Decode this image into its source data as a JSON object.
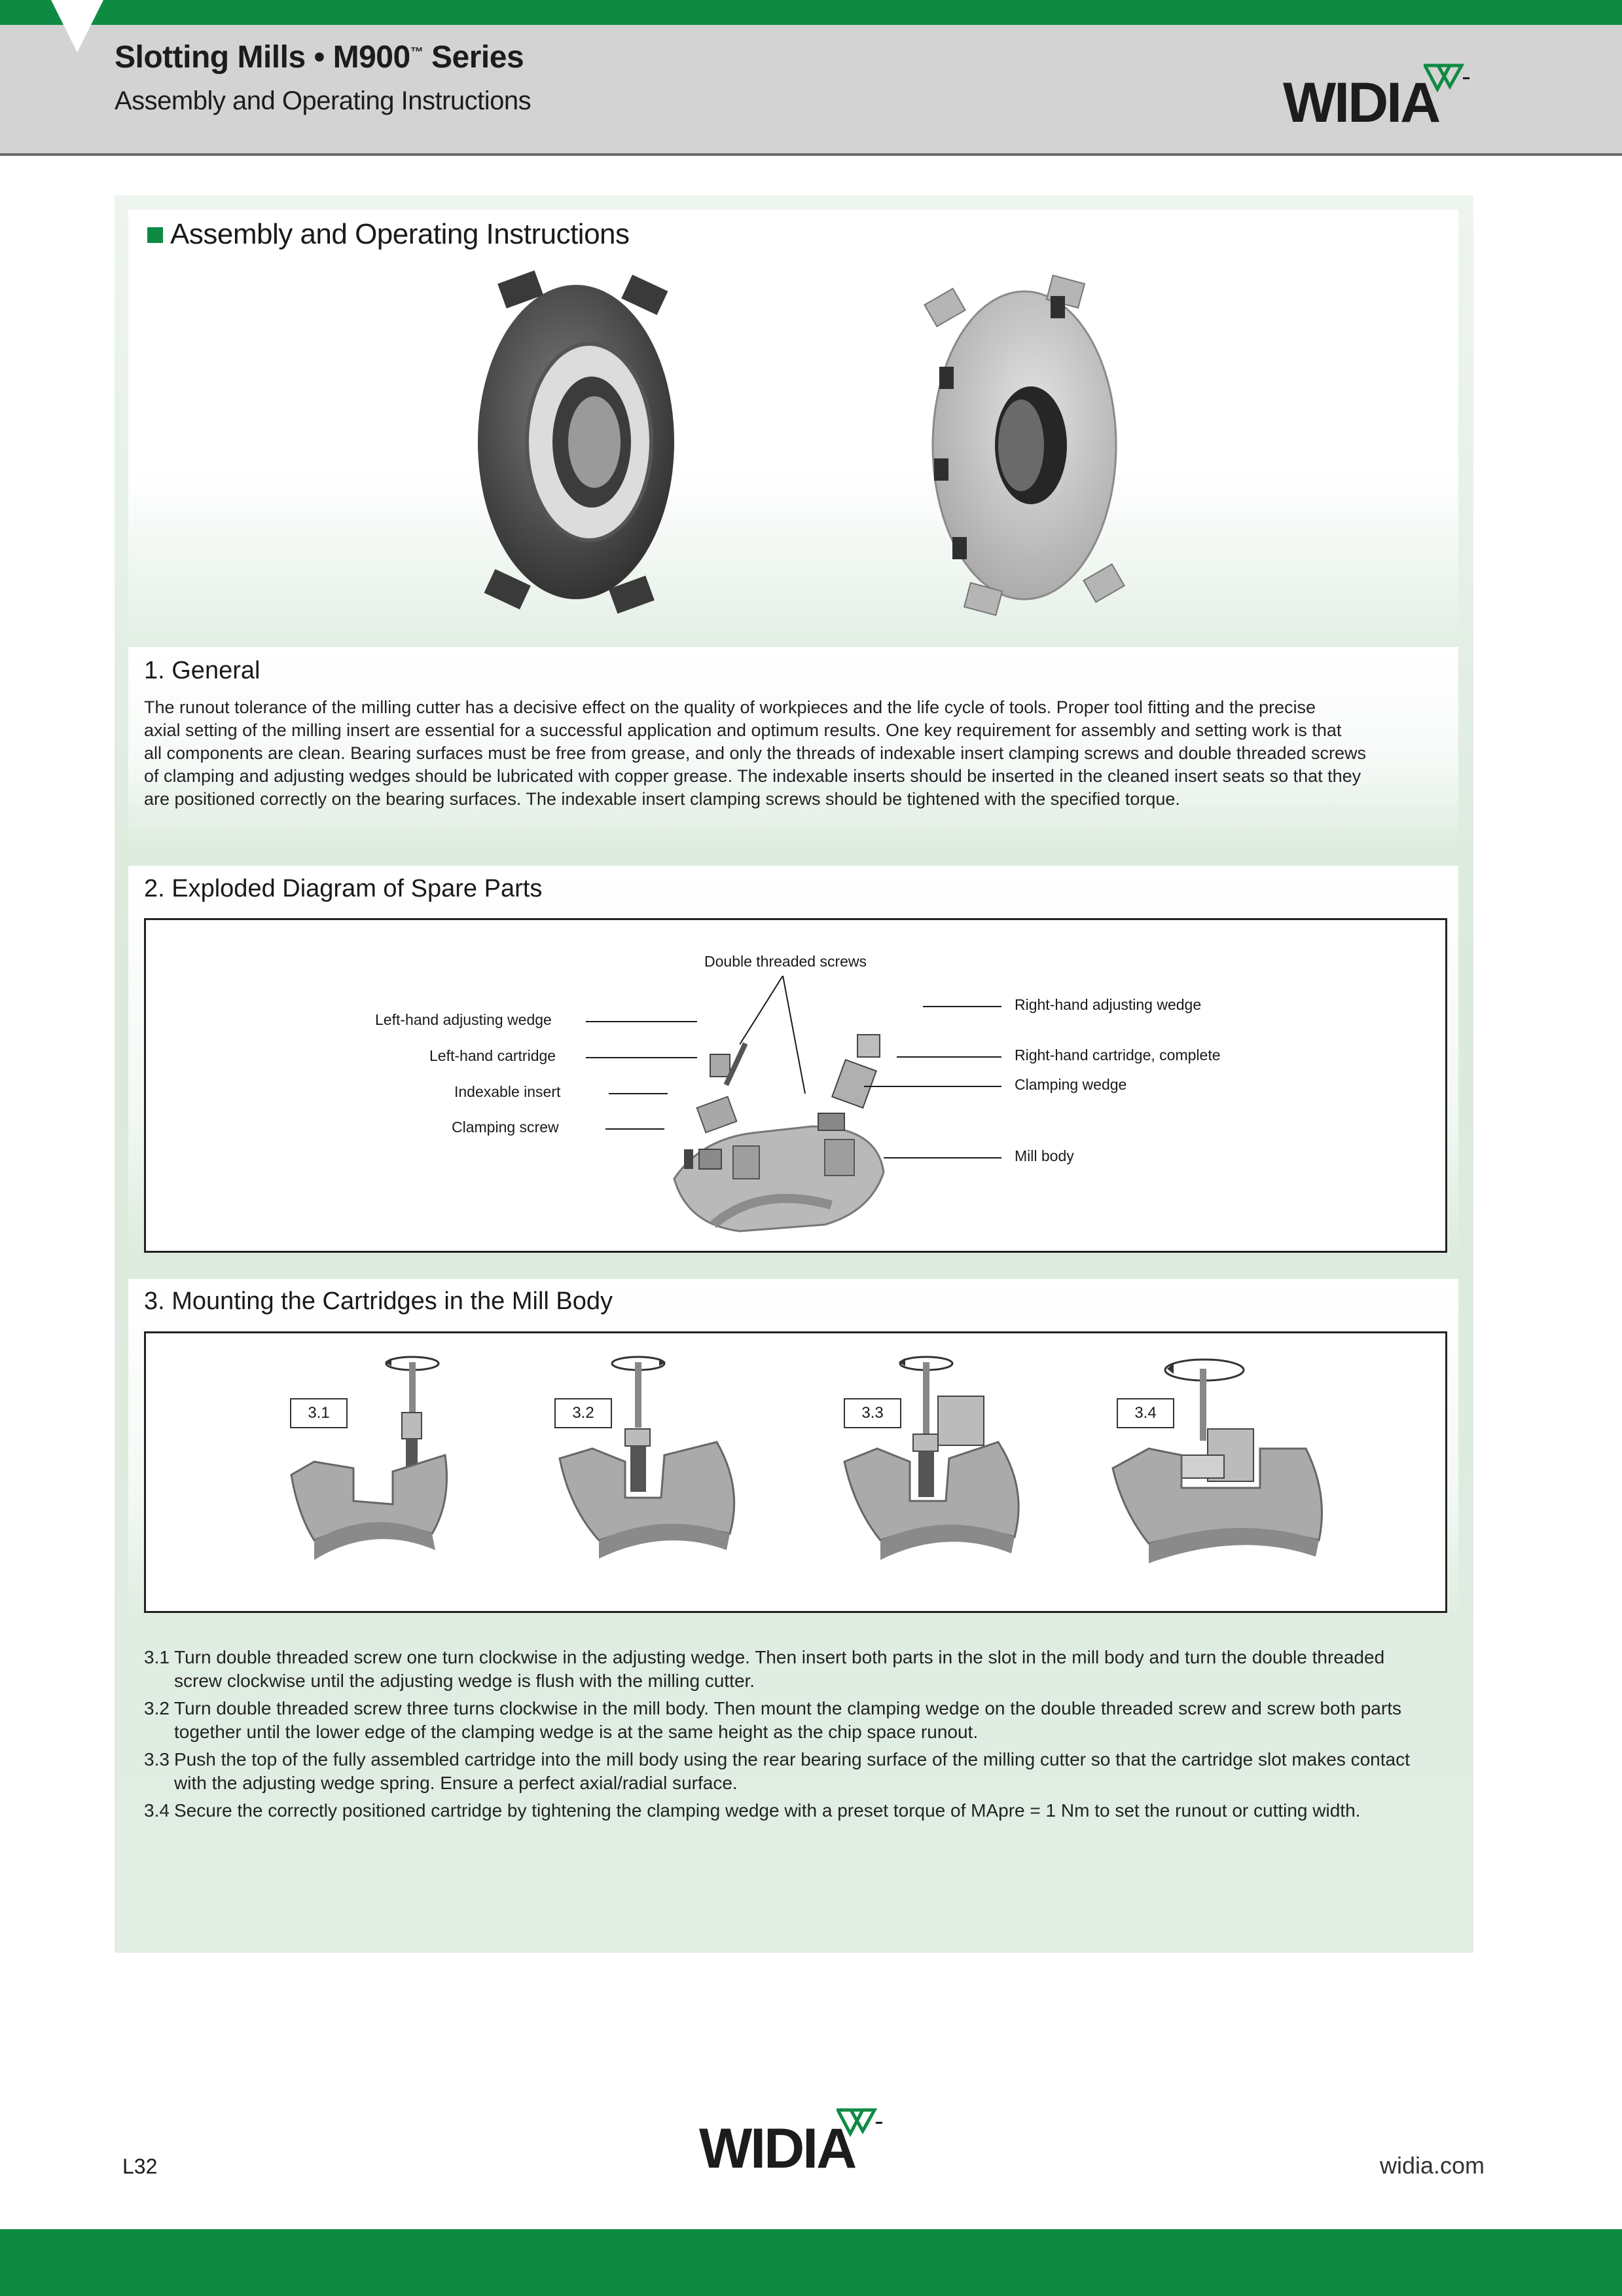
{
  "header": {
    "title_main": "Slotting Mills • M900",
    "title_tm": "™",
    "title_end": " Series",
    "subtitle": "Assembly and Operating Instructions",
    "logo": "WIDIA"
  },
  "main_heading": "Assembly and Operating Instructions",
  "general": {
    "title": "1. General",
    "lines": [
      "The runout tolerance of the milling cutter has a decisive effect on the quality of workpieces and the life cycle of tools. Proper tool fitting and the precise",
      "axial setting of the milling insert are essential for a successful application and optimum results. One key requirement for assembly and setting work is that",
      "all components are clean. Bearing surfaces must be free from grease, and only the threads of indexable insert clamping screws and double threaded screws",
      "of clamping and adjusting wedges should be lubricated with copper grease. The indexable inserts should be inserted in the cleaned insert seats so that they",
      "are positioned correctly on the bearing surfaces. The indexable insert clamping screws should be tightened with the specified torque."
    ]
  },
  "exploded": {
    "title": "2. Exploded Diagram of Spare Parts",
    "labels": {
      "double_threaded_screws": "Double threaded screws",
      "lh_adjusting_wedge": "Left-hand adjusting wedge",
      "lh_cartridge": "Left-hand cartridge",
      "indexable_insert": "Indexable insert",
      "clamping_screw": "Clamping screw",
      "rh_adjusting_wedge": "Right-hand adjusting wedge",
      "rh_cartridge": "Right-hand cartridge, complete",
      "clamping_wedge": "Clamping wedge",
      "mill_body": "Mill body"
    }
  },
  "mounting": {
    "title": "3. Mounting the Cartridges in the Mill Body",
    "steps": [
      "3.1",
      "3.2",
      "3.3",
      "3.4"
    ]
  },
  "instructions": [
    {
      "num": "3.1",
      "lines": [
        "Turn double threaded screw one turn clockwise in the adjusting wedge. Then insert both parts in the slot in the mill body and turn the double threaded",
        "screw clockwise until the adjusting wedge is flush with the milling cutter."
      ]
    },
    {
      "num": "3.2",
      "lines": [
        "Turn double threaded screw three turns clockwise in the mill body. Then mount the clamping wedge on the double threaded screw and screw both parts",
        "together until the lower edge of the clamping wedge is at the same height as the chip space runout."
      ]
    },
    {
      "num": "3.3",
      "lines": [
        "Push the top of the fully assembled cartridge into the mill body using the rear bearing surface of the milling cutter so that the cartridge slot makes contact",
        "with the adjusting wedge spring. Ensure a perfect axial/radial surface."
      ]
    },
    {
      "num": "3.4",
      "lines": [
        "Secure the correctly positioned cartridge by tightening the clamping wedge with a preset torque of MApre = 1 Nm to set the runout or cutting width."
      ]
    }
  ],
  "footer": {
    "page": "L32",
    "logo": "WIDIA",
    "site": "widia.com"
  },
  "colors": {
    "brand_green": "#0f8a43",
    "header_gray": "#d3d3d3"
  },
  "icons": [
    "widia-logo-mark",
    "rotation-arrow-icon"
  ]
}
